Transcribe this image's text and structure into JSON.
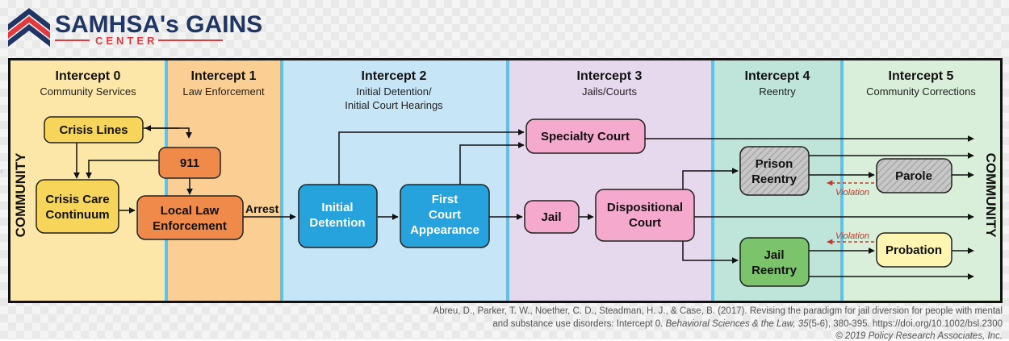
{
  "logo": {
    "name": "SAMHSA's GAINS",
    "subtitle": "CENTER",
    "colors": {
      "red": "#e03a3e",
      "navy": "#1f3563"
    }
  },
  "side_labels": {
    "left": "COMMUNITY",
    "right": "COMMUNITY"
  },
  "intercepts": [
    {
      "title": "Intercept 0",
      "sub": [
        "Community Services"
      ],
      "color": "#fde7a8"
    },
    {
      "title": "Intercept 1",
      "sub": [
        "Law Enforcement"
      ],
      "color": "#fbcf93"
    },
    {
      "title": "Intercept 2",
      "sub": [
        "Initial Detention/",
        "Initial Court Hearings"
      ],
      "color": "#c6e6f7"
    },
    {
      "title": "Intercept 3",
      "sub": [
        "Jails/Courts"
      ],
      "color": "#e6d9ee"
    },
    {
      "title": "Intercept 4",
      "sub": [
        "Reentry"
      ],
      "color": "#bfe4da"
    },
    {
      "title": "Intercept 5",
      "sub": [
        "Community Corrections"
      ],
      "color": "#d9efd9"
    }
  ],
  "nodes": {
    "crisis_lines": [
      "Crisis Lines"
    ],
    "n911": [
      "911"
    ],
    "crisis_care": [
      "Crisis Care",
      "Continuum"
    ],
    "local_law": [
      "Local Law",
      "Enforcement"
    ],
    "initial_detention": [
      "Initial",
      "Detention"
    ],
    "first_court": [
      "First",
      "Court",
      "Appearance"
    ],
    "specialty_court": [
      "Specialty Court"
    ],
    "jail": [
      "Jail"
    ],
    "dispositional_court": [
      "Dispositional",
      "Court"
    ],
    "prison_reentry": [
      "Prison",
      "Reentry"
    ],
    "parole": [
      "Parole"
    ],
    "jail_reentry": [
      "Jail",
      "Reentry"
    ],
    "probation": [
      "Probation"
    ]
  },
  "edge_labels": {
    "arrest": "Arrest",
    "violation": "Violation"
  },
  "citation": {
    "line1": "Abreu, D., Parker, T. W., Noether, C. D., Steadman, H. J., & Case, B. (2017). Revising the paradigm for jail diversion for people with mental",
    "line2a": "and substance use disorders: Intercept 0. ",
    "line2b": "Behavioral Sciences & the Law, 35",
    "line2c": "(5-6), 380-395. https://doi.org/10.1002/bsl.2300",
    "line3": "© 2019 Policy Research Associates, Inc."
  }
}
